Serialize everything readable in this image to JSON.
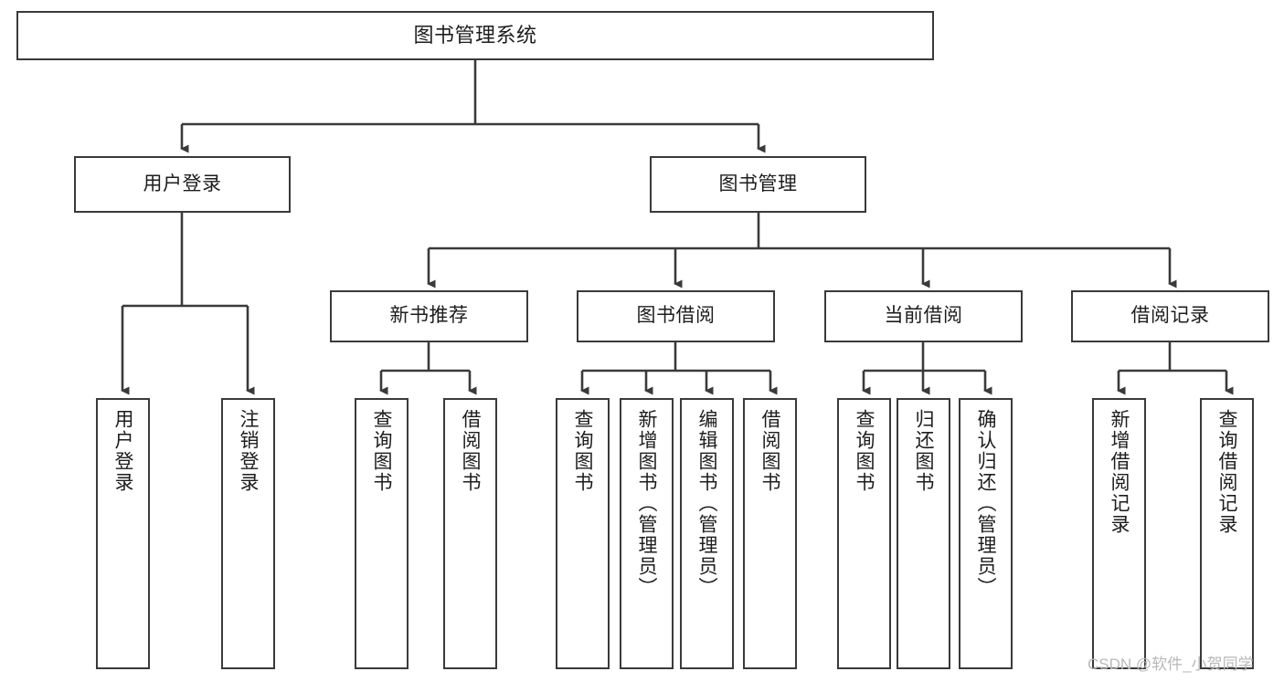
{
  "diagram": {
    "type": "tree-hierarchy",
    "title": "图书管理系统",
    "colors": {
      "background": "#ffffff",
      "box_border": "#3a3a3a",
      "box_fill": "#ffffff",
      "connector": "#3a3a3a",
      "text": "#1d1d1d",
      "watermark": "#b8b8b8"
    },
    "root": {
      "label": "图书管理系统"
    },
    "level1": [
      {
        "label": "用户登录"
      },
      {
        "label": "图书管理"
      }
    ],
    "level2": [
      {
        "label": "新书推荐"
      },
      {
        "label": "图书借阅"
      },
      {
        "label": "当前借阅"
      },
      {
        "label": "借阅记录"
      }
    ],
    "leaves": {
      "user_login": [
        {
          "label": "用户登录"
        },
        {
          "label": "注销登录"
        }
      ],
      "new_book_recommend": [
        {
          "label": "查询图书"
        },
        {
          "label": "借阅图书"
        }
      ],
      "book_borrow": [
        {
          "label": "查询图书"
        },
        {
          "label": "新增图书（管理员）"
        },
        {
          "label": "编辑图书（管理员）"
        },
        {
          "label": "借阅图书"
        }
      ],
      "current_borrow": [
        {
          "label": "查询图书"
        },
        {
          "label": "归还图书"
        },
        {
          "label": "确认归还（管理员）"
        }
      ],
      "borrow_record": [
        {
          "label": "新增借阅记录"
        },
        {
          "label": "查询借阅记录"
        }
      ]
    }
  },
  "watermark": {
    "text": "CSDN @软件_小贺同学"
  }
}
